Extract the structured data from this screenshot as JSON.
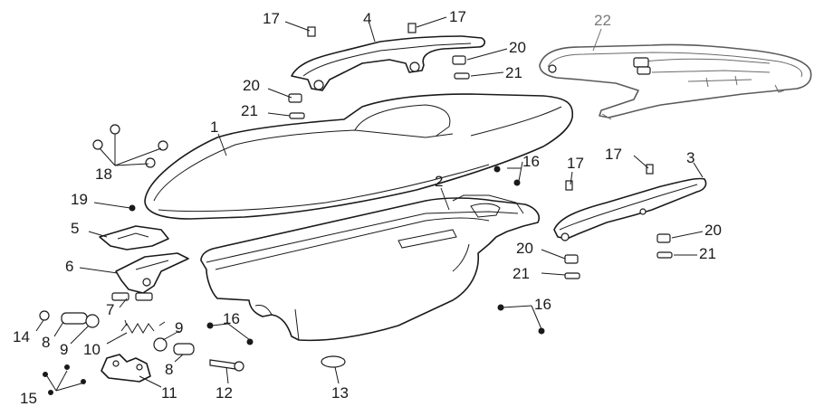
{
  "diagram": {
    "callouts": [
      {
        "id": "c1",
        "label": "1"
      },
      {
        "id": "c2",
        "label": "2"
      },
      {
        "id": "c3",
        "label": "3"
      },
      {
        "id": "c4",
        "label": "4"
      },
      {
        "id": "c5",
        "label": "5"
      },
      {
        "id": "c6",
        "label": "6"
      },
      {
        "id": "c7",
        "label": "7"
      },
      {
        "id": "c8a",
        "label": "8"
      },
      {
        "id": "c8b",
        "label": "8"
      },
      {
        "id": "c9a",
        "label": "9"
      },
      {
        "id": "c9b",
        "label": "9"
      },
      {
        "id": "c10",
        "label": "10"
      },
      {
        "id": "c11",
        "label": "11"
      },
      {
        "id": "c12",
        "label": "12"
      },
      {
        "id": "c13",
        "label": "13"
      },
      {
        "id": "c14",
        "label": "14"
      },
      {
        "id": "c15",
        "label": "15"
      },
      {
        "id": "c16a",
        "label": "16"
      },
      {
        "id": "c16b",
        "label": "16"
      },
      {
        "id": "c16c",
        "label": "16"
      },
      {
        "id": "c17a",
        "label": "17"
      },
      {
        "id": "c17b",
        "label": "17"
      },
      {
        "id": "c17c",
        "label": "17"
      },
      {
        "id": "c17d",
        "label": "17"
      },
      {
        "id": "c18",
        "label": "18"
      },
      {
        "id": "c19",
        "label": "19"
      },
      {
        "id": "c20a",
        "label": "20"
      },
      {
        "id": "c20b",
        "label": "20"
      },
      {
        "id": "c20c",
        "label": "20"
      },
      {
        "id": "c20d",
        "label": "20"
      },
      {
        "id": "c21a",
        "label": "21"
      },
      {
        "id": "c21b",
        "label": "21"
      },
      {
        "id": "c21c",
        "label": "21"
      },
      {
        "id": "c21d",
        "label": "21"
      },
      {
        "id": "c22",
        "label": "22"
      }
    ],
    "colors": {
      "line": "#1a1a1a",
      "highlight_label": "#7a7a7a"
    }
  }
}
